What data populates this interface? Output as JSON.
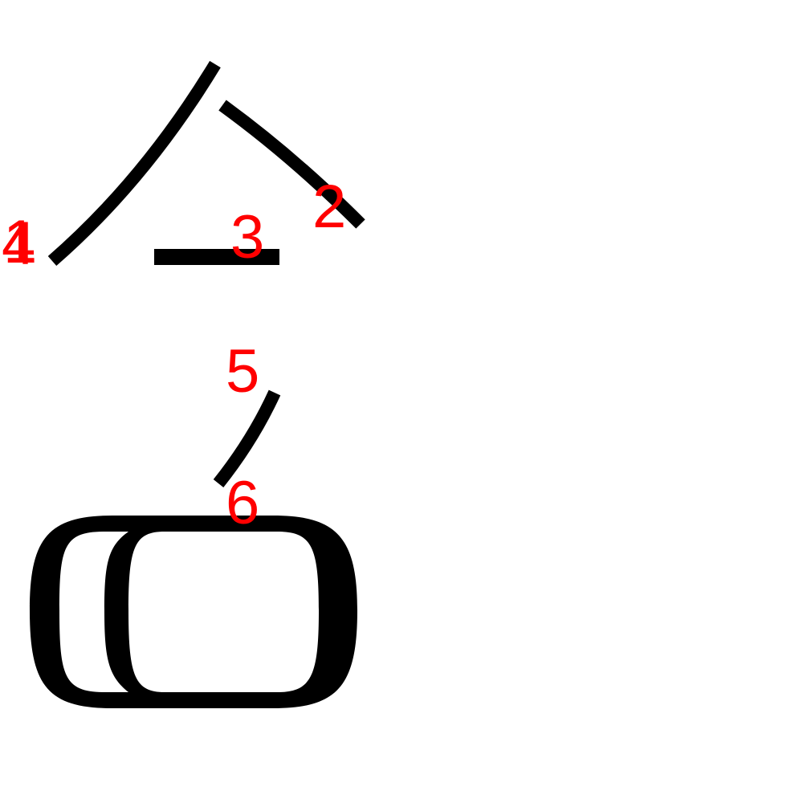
{
  "diagram": {
    "stroke_color": "#000000",
    "label_color": "#ff0000",
    "strokes": [
      {
        "number": "1"
      },
      {
        "number": "2"
      },
      {
        "number": "3"
      },
      {
        "number": "4"
      },
      {
        "number": "5"
      },
      {
        "number": "6"
      }
    ]
  }
}
